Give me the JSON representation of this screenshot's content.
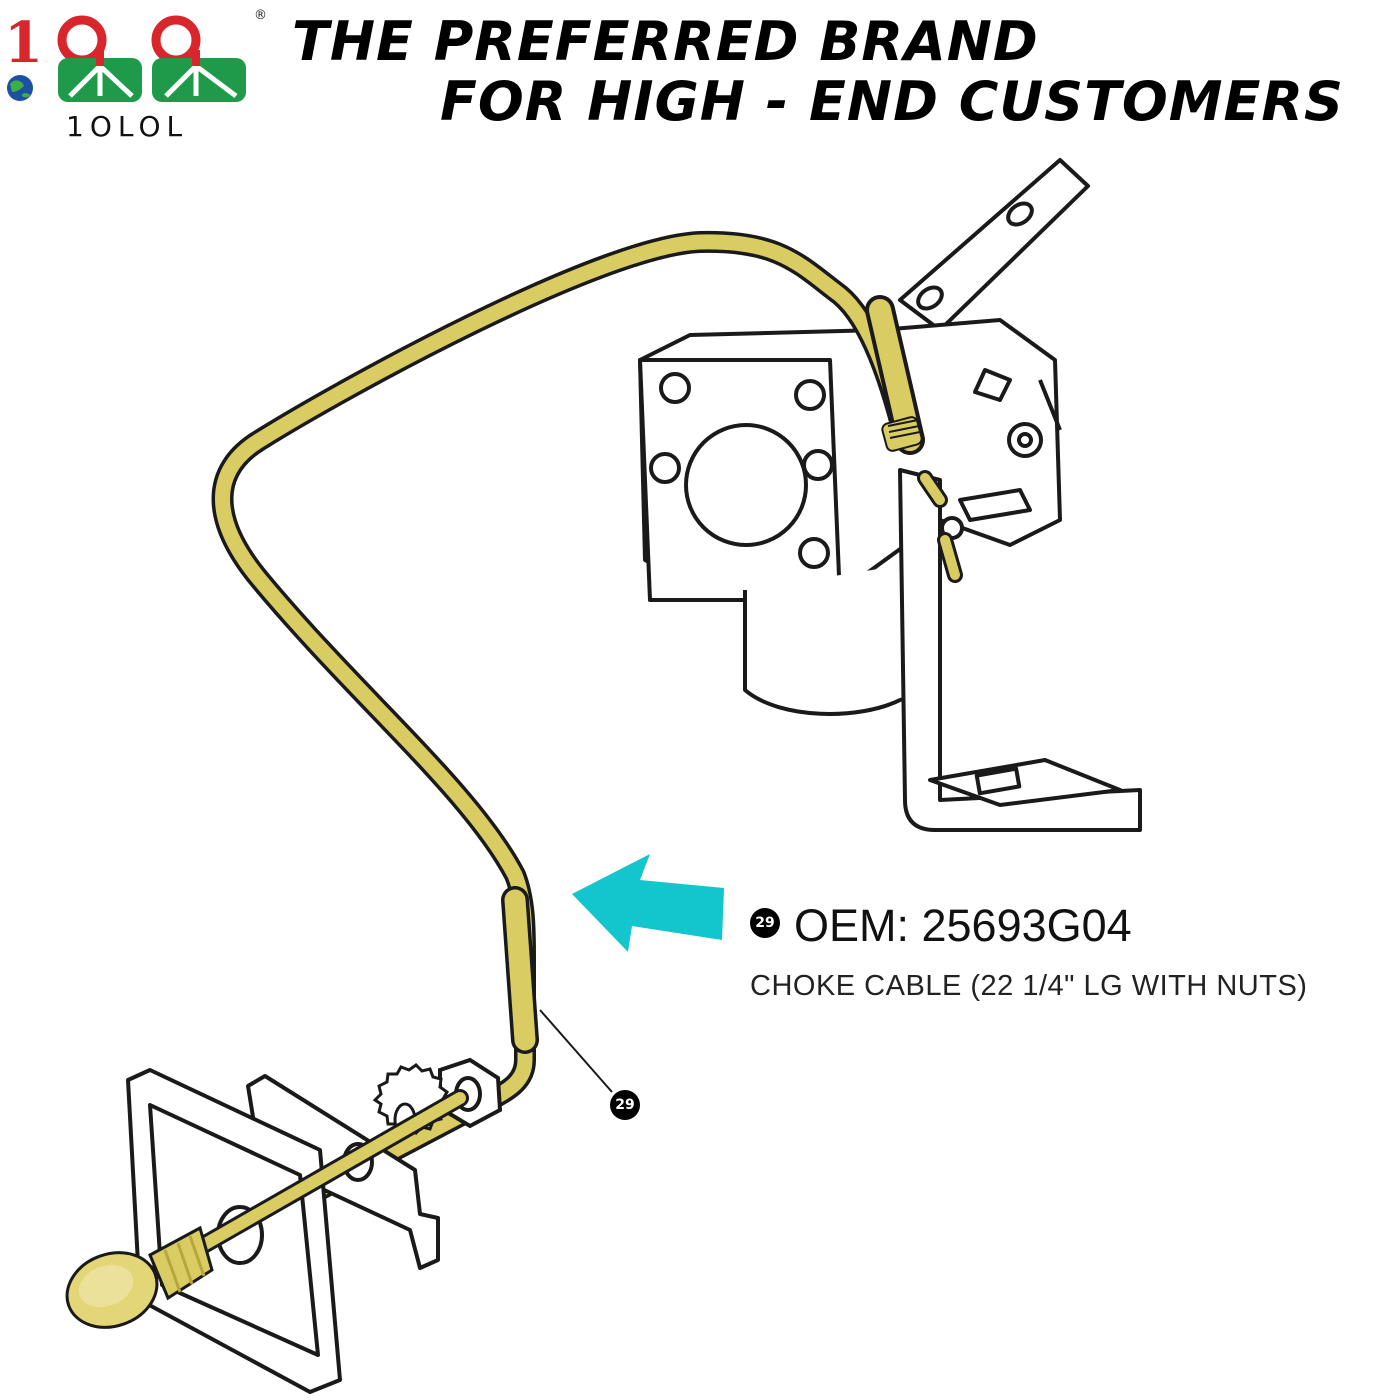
{
  "header": {
    "headline_line1": "THE PREFERRED BRAND",
    "headline_line2": "FOR HIGH - END CUSTOMERS"
  },
  "brand": {
    "logo_text": "1OLOL",
    "registered_mark": "®",
    "logo_digit": "1",
    "colors": {
      "red": "#d8262c",
      "green": "#1e9a4a",
      "blue": "#1d4fa3"
    }
  },
  "part": {
    "badge_number": "29",
    "oem_label": "OEM: 25693G04",
    "description": "CHOKE CABLE (22 1/4\" LG WITH NUTS)"
  },
  "colors": {
    "cable": "#d9cc62",
    "cable_dark": "#b7a63a",
    "arrow": "#13c5cc",
    "line_art": "#1a1a1a"
  },
  "icons": {
    "arrow": "teal-left-arrow-icon",
    "globe": "globe-icon"
  }
}
